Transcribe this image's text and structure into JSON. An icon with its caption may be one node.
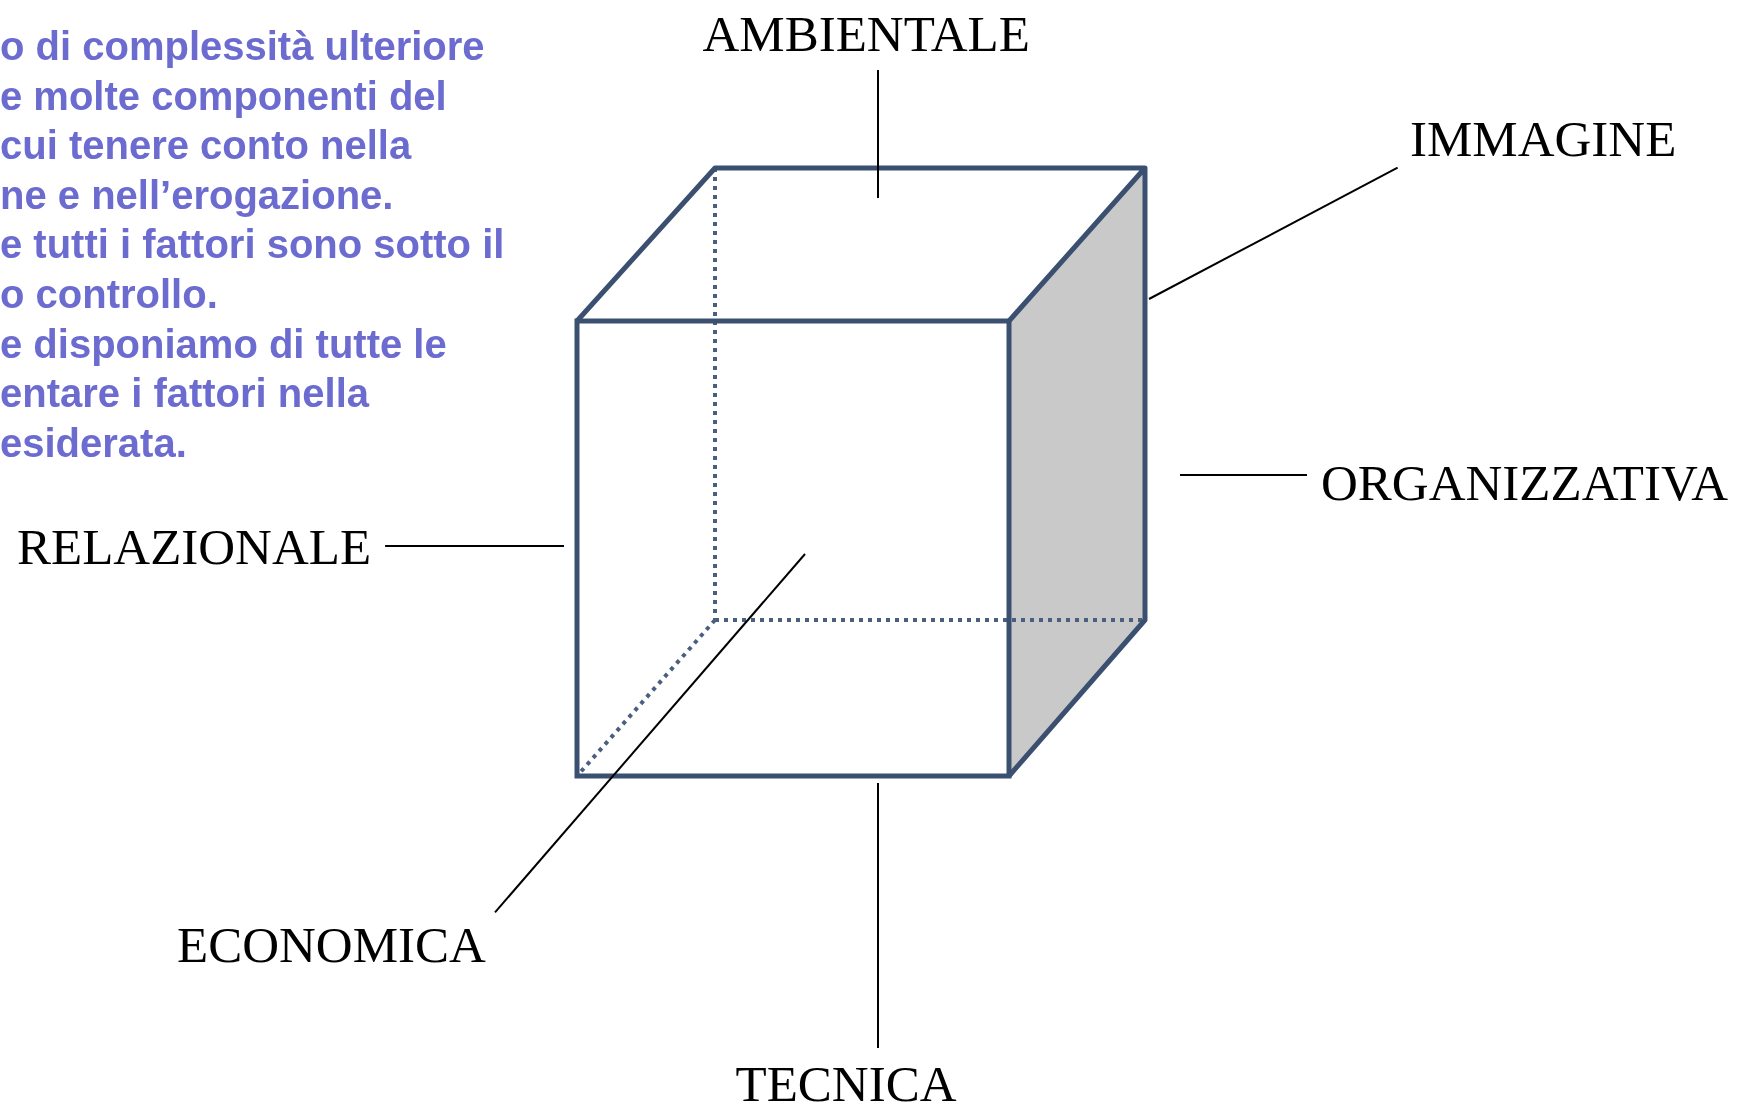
{
  "diagram": {
    "nodes": [
      {
        "text": [
          "AMBIENTALE"
        ]
      },
      {
        "text": [
          "IMMAGINE"
        ]
      },
      {
        "text": [
          "ORGANIZZATIVA"
        ]
      },
      {
        "text": [
          "RELAZIONALE"
        ]
      },
      {
        "text": [
          "ECONOMICA"
        ]
      },
      {
        "text": [
          "TECNICA"
        ]
      }
    ],
    "edges": [
      {
        "from": 0,
        "to": null,
        "arrow": "none"
      },
      {
        "from": 1,
        "to": null,
        "arrow": "none"
      },
      {
        "from": 2,
        "to": null,
        "arrow": "none"
      },
      {
        "from": 3,
        "to": null,
        "arrow": "none"
      },
      {
        "from": 4,
        "to": null,
        "arrow": "none"
      },
      {
        "from": 5,
        "to": null,
        "arrow": "none"
      }
    ],
    "labels": [
      "o di complessità ulteriore",
      "e molte componenti del",
      "cui tenere conto nella",
      "ne e nell’erogazione.",
      "e tutti i fattori sono sotto il",
      "o controllo.",
      "e disponiamo di tutte le",
      "entare i fattori nella",
      "esiderata."
    ]
  }
}
